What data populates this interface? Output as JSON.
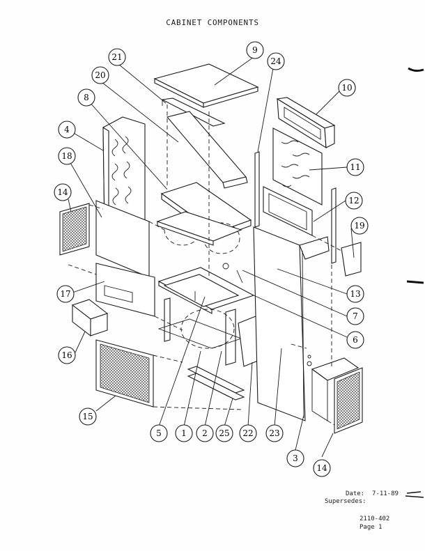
{
  "title": "CABINET COMPONENTS",
  "footer": {
    "date_label": "Date:",
    "date_value": "7-11-89",
    "supersedes_label": "Supersedes:",
    "doc_number": "2110-402",
    "page": "Page 1"
  },
  "callouts": [
    "9",
    "21",
    "24",
    "20",
    "10",
    "8",
    "4",
    "11",
    "18",
    "12",
    "14",
    "19",
    "17",
    "13",
    "7",
    "16",
    "6",
    "15",
    "5",
    "1",
    "2",
    "25",
    "22",
    "23",
    "3",
    "14"
  ]
}
